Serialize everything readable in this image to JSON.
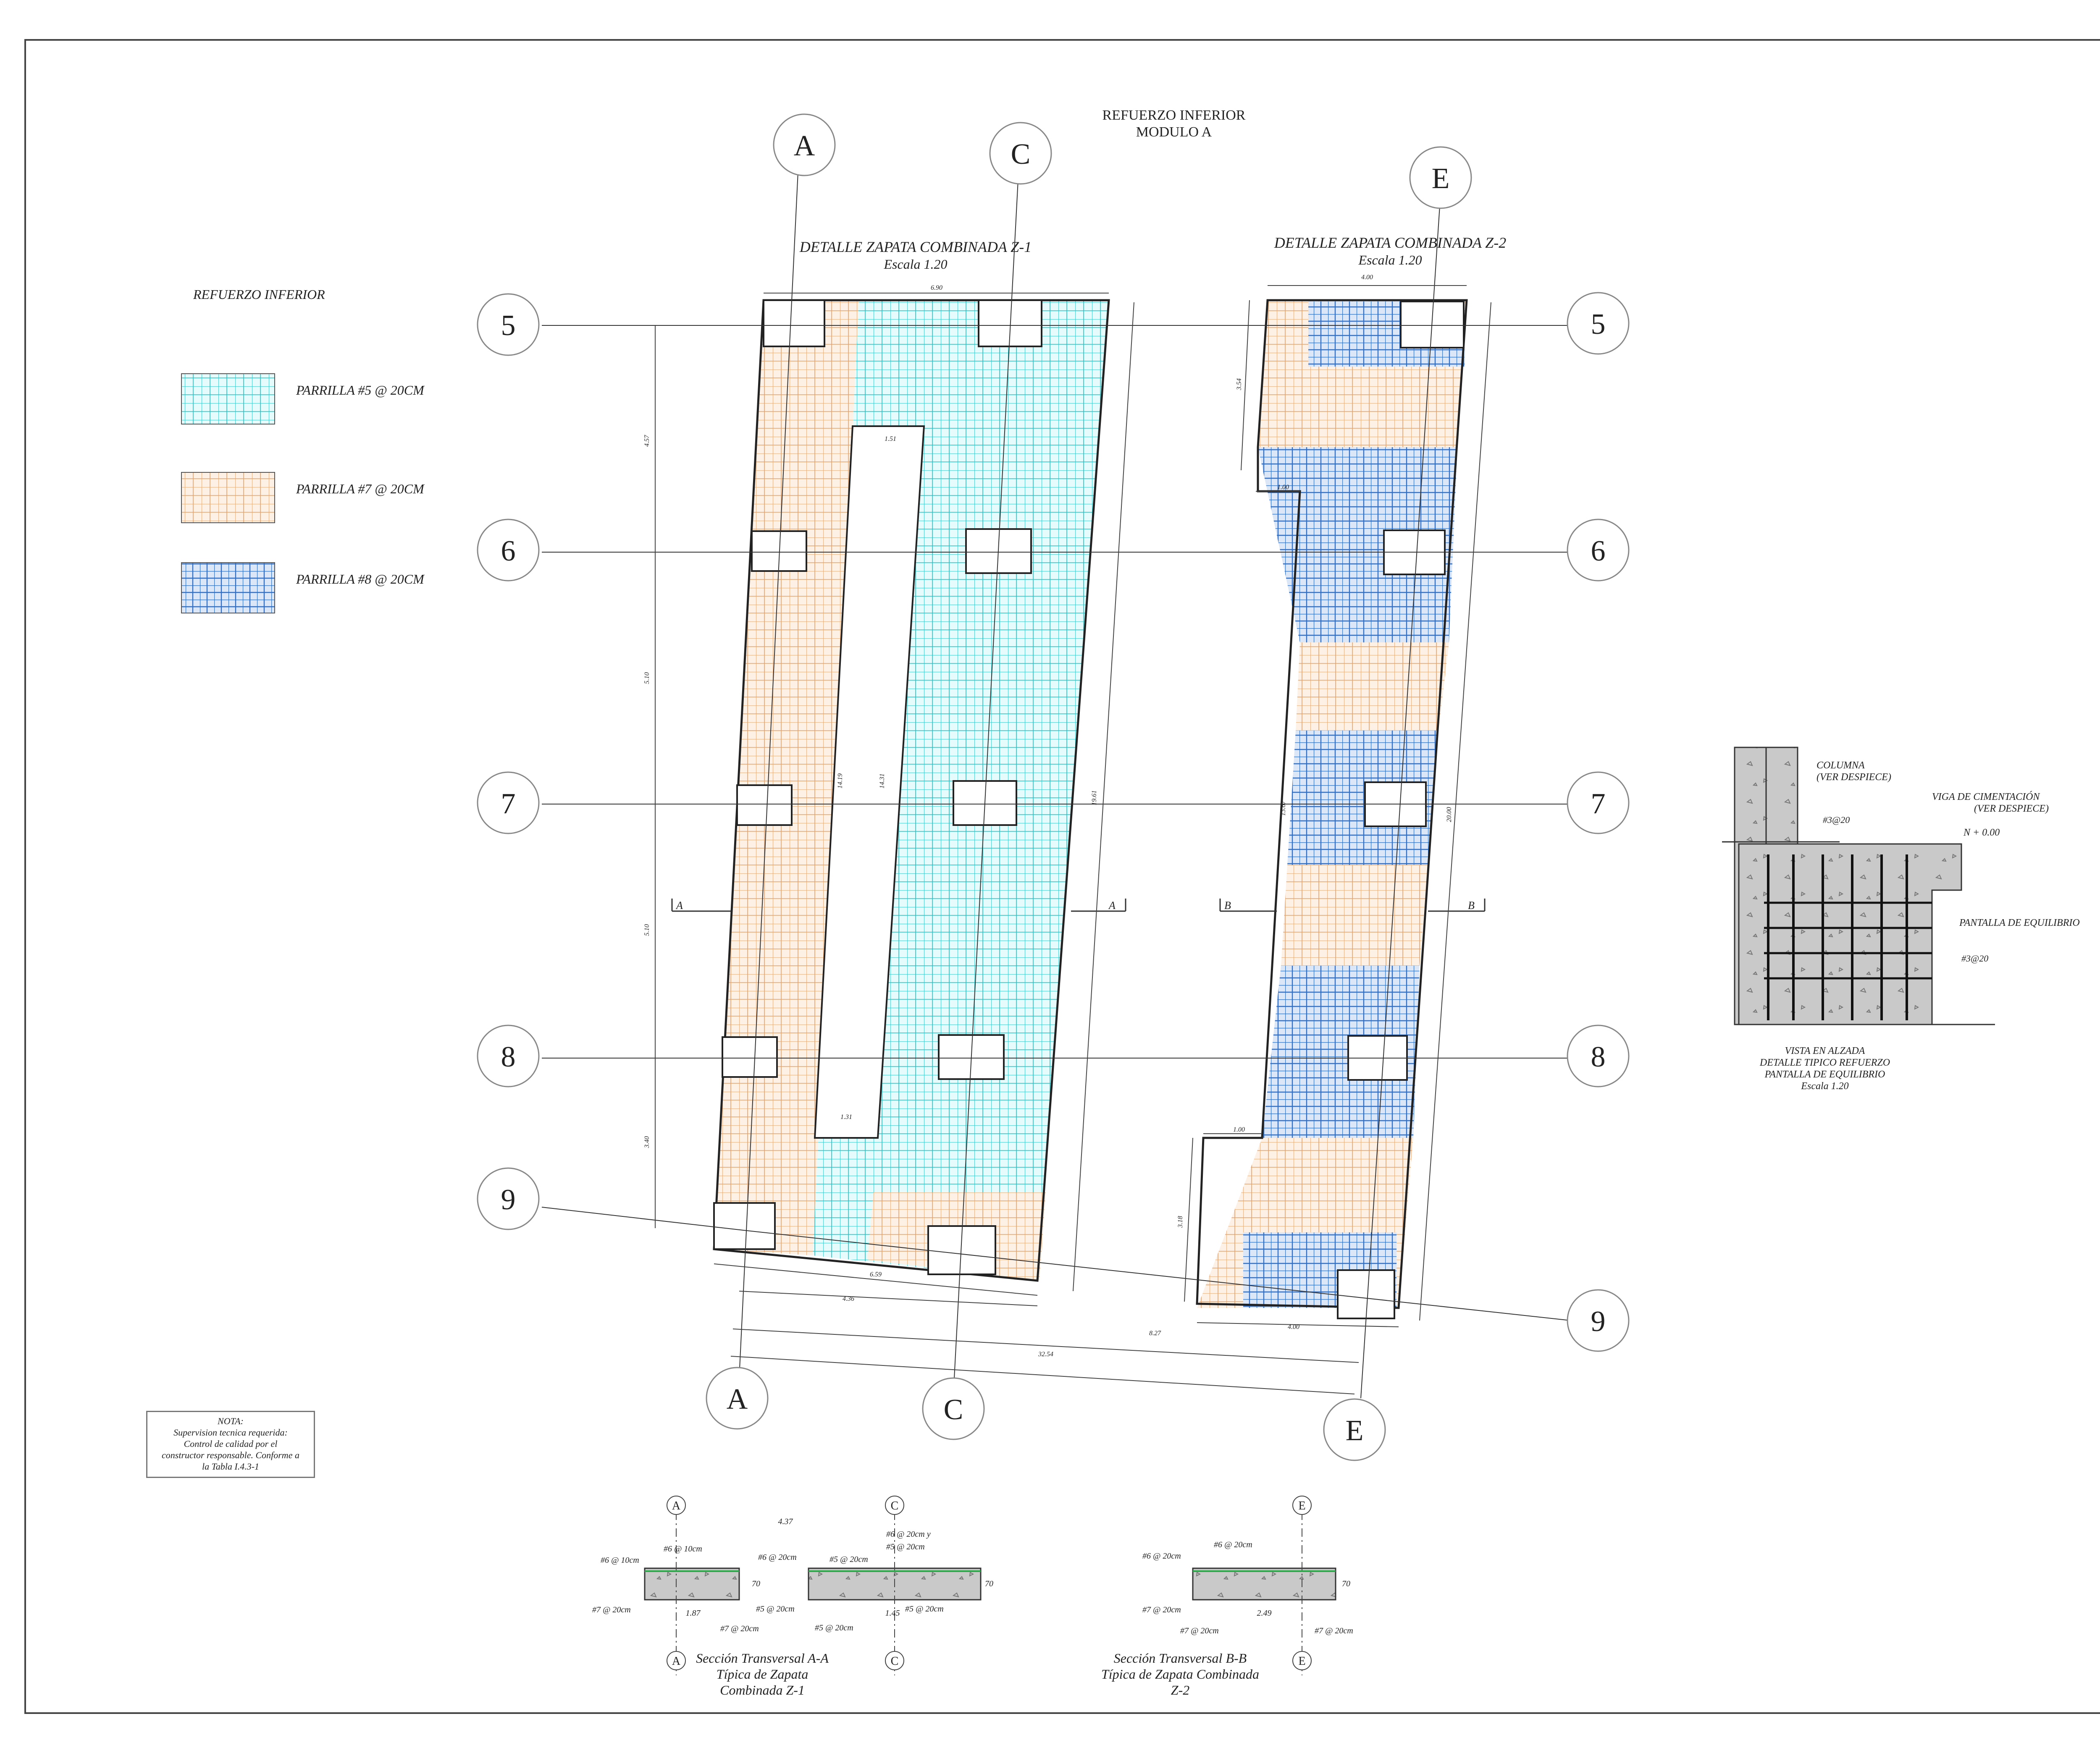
{
  "title": {
    "line1": "REFUERZO INFERIOR",
    "line2": "MODULO A"
  },
  "colors": {
    "frame": "#444444",
    "pad5": "#22c4c8",
    "pad7": "#e8a06a",
    "pad8": "#2f6fc6",
    "fill5": "#e6fbfb",
    "fill7": "#fdf0e4",
    "fill8": "#dbe7f7"
  },
  "legend": {
    "title": "REFUERZO INFERIOR",
    "items": [
      {
        "label": "PARRILLA #5 @ 20CM",
        "icon": "mesh-5-swatch"
      },
      {
        "label": "PARRILLA #7 @ 20CM",
        "icon": "mesh-7-swatch"
      },
      {
        "label": "PARRILLA #8 @ 20CM",
        "icon": "mesh-8-swatch"
      }
    ]
  },
  "z1": {
    "title": "DETALLE ZAPATA COMBINADA Z-1",
    "scale": "Escala 1.20",
    "dims": {
      "top": "6.90",
      "inner_top": "1.51",
      "inner_bottom": "1.31",
      "bottom": "6.59",
      "ac": "4.36",
      "span_a_e": "32.54",
      "d57": "4.57",
      "d67": "5.10",
      "d78": "5.10",
      "d89": "3.40",
      "inner_len1": "14.19",
      "inner_len2": "14.31",
      "total_len": "19.61"
    }
  },
  "z2": {
    "title": "DETALLE ZAPATA COMBINADA Z-2",
    "scale": "Escala 1.20",
    "dims": {
      "top": "4.00",
      "notch_top": "1.00",
      "notch_bottom": "1.00",
      "bottom": "4.00",
      "ce": "8.27",
      "d_top": "3.54",
      "d_bottom": "3.18",
      "len1": "13.67",
      "len2": "20.00"
    }
  },
  "axes": {
    "columns": [
      "A",
      "C",
      "E"
    ],
    "rows": [
      "5",
      "6",
      "7",
      "8",
      "9"
    ],
    "section_a": "A",
    "section_b": "B"
  },
  "detail": {
    "columna": "COLUMNA",
    "columna_sub": "(VER DESPIECE)",
    "viga": "VIGA DE CIMENTACIÓN",
    "viga_sub": "(VER DESPIECE)",
    "bar1": "#3@20",
    "bar2": "#3@20",
    "level": "N + 0.00",
    "pantalla": "PANTALLA DE EQUILIBRIO",
    "caption": [
      "VISTA EN ALZADA",
      "DETALLE TIPICO REFUERZO",
      "PANTALLA DE EQUILIBRIO",
      "Escala 1.20"
    ]
  },
  "note": {
    "title": "NOTA:",
    "lines": [
      "Supervision tecnica requerida:",
      "Control de calidad por el",
      "constructor responsable. Conforme a",
      "la Tabla I.4.3-1"
    ]
  },
  "section_aa": {
    "caption": [
      "Sección Transversal A-A",
      "Típica de Zapata",
      "Combinada Z-1"
    ],
    "dim_top": "4.37",
    "dim_b1": "1.87",
    "dim_b2": "1.45",
    "h": "70",
    "h2": "70",
    "labels": [
      "#6 @ 10cm",
      "#6 @ 10cm",
      "#7 @ 20cm",
      "#7 @ 20cm",
      "#5 @ 20cm",
      "#6 @ 20cm",
      "#5 @ 20cm",
      "#6 @ 20cm y",
      "#5 @ 20cm",
      "#5 @ 20cm",
      "#5 @ 20cm"
    ]
  },
  "section_bb": {
    "caption": [
      "Sección Transversal B-B",
      "Típica de Zapata Combinada",
      "Z-2"
    ],
    "dim_b": "2.49",
    "h": "70",
    "labels": [
      "#6 @ 20cm",
      "#6 @ 20cm",
      "#7 @ 20cm",
      "#7 @ 20cm",
      "#7 @ 20cm"
    ]
  }
}
